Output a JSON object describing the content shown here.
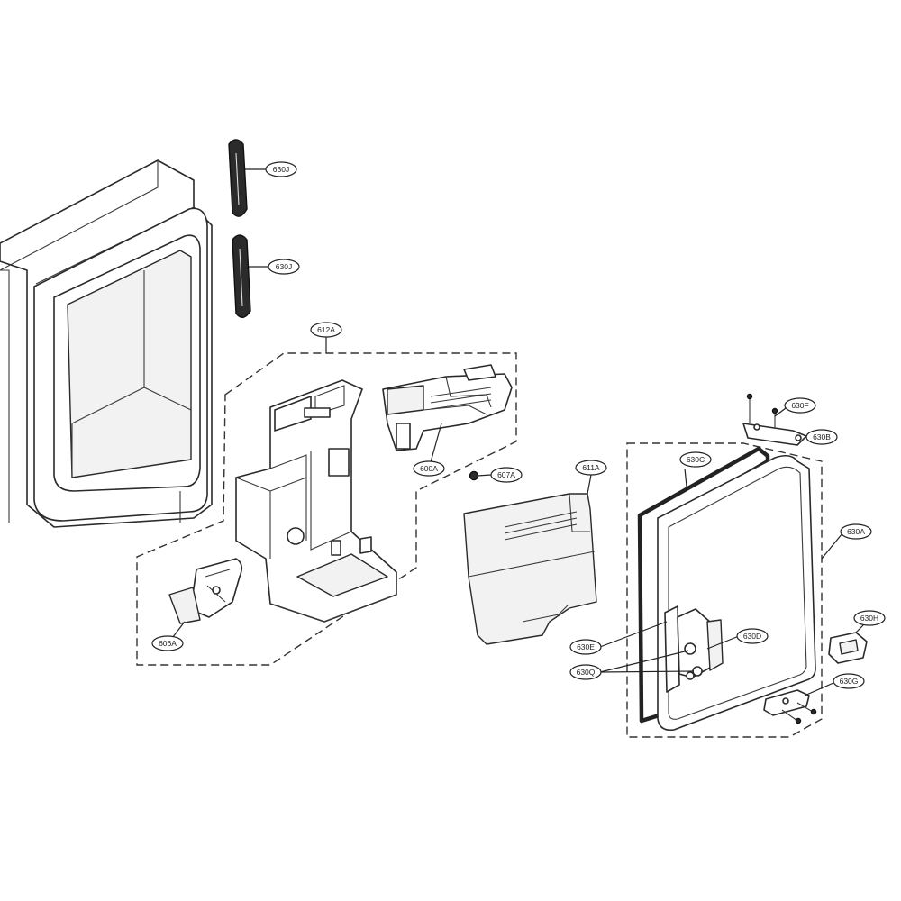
{
  "callouts": [
    {
      "id": "630J-a",
      "label": "630J"
    },
    {
      "id": "630J-b",
      "label": "630J"
    },
    {
      "id": "612A",
      "label": "612A"
    },
    {
      "id": "600A",
      "label": "600A"
    },
    {
      "id": "607A",
      "label": "607A"
    },
    {
      "id": "611A",
      "label": "611A"
    },
    {
      "id": "606A",
      "label": "606A"
    },
    {
      "id": "630F",
      "label": "630F"
    },
    {
      "id": "630B",
      "label": "630B"
    },
    {
      "id": "630C",
      "label": "630C"
    },
    {
      "id": "630A",
      "label": "630A"
    },
    {
      "id": "630H",
      "label": "630H"
    },
    {
      "id": "630D",
      "label": "630D"
    },
    {
      "id": "630E",
      "label": "630E"
    },
    {
      "id": "630Q",
      "label": "630Q"
    },
    {
      "id": "630G",
      "label": "630G"
    }
  ]
}
